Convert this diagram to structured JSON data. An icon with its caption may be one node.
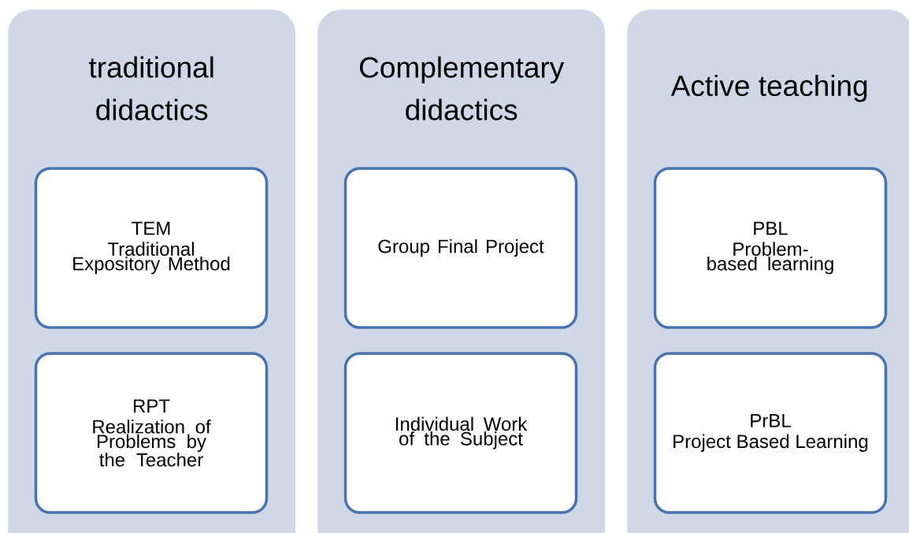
{
  "diagram": {
    "nodes": [
      {
        "text": [
          "traditional didactics"
        ]
      },
      {
        "text": [
          "TEM",
          "Traditional Expository Method"
        ],
        "in": 0
      },
      {
        "text": [
          "RPT",
          "Realization of Problems by the Teacher"
        ],
        "in": 0
      },
      {
        "text": [
          "Complementary didactics"
        ]
      },
      {
        "text": [
          "Group Final Project"
        ],
        "in": 3
      },
      {
        "text": [
          "Individual Work of the Subject"
        ],
        "in": 3
      },
      {
        "text": [
          "Active teaching"
        ]
      },
      {
        "text": [
          "PBL",
          "Problem-based learning"
        ],
        "in": 6
      },
      {
        "text": [
          "PrBL",
          "Project Based Learning"
        ],
        "in": 6
      }
    ]
  }
}
